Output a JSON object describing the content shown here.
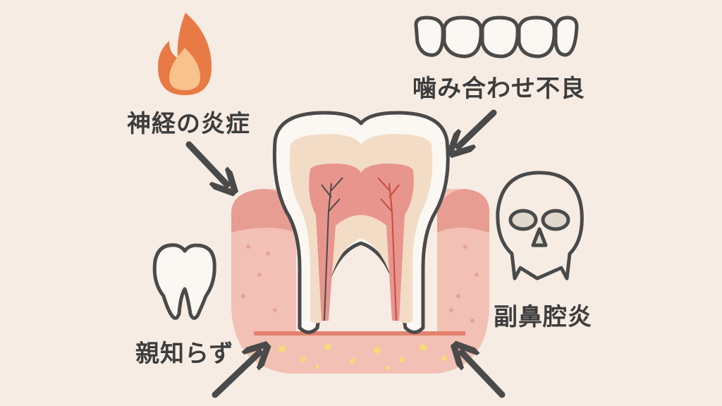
{
  "labels": {
    "nerve_inflammation": "神経の炎症",
    "malocclusion": "噛み合わせ不良",
    "sinusitis": "副鼻腔炎",
    "wisdom_tooth": "親知らず"
  },
  "icons": {
    "nerve_inflammation": "flame-icon",
    "malocclusion": "teeth-row-icon",
    "sinusitis": "skull-icon",
    "wisdom_tooth": "tooth-icon"
  },
  "colors": {
    "background": "#f6ece3",
    "outline": "#4a4a4a",
    "enamel": "#fbf7f2",
    "dentin": "#f3dcc6",
    "pulp": "#e8958e",
    "gum": "#eab0a4",
    "flame_outer": "#e87a45",
    "flame_inner": "#f7c28c"
  }
}
